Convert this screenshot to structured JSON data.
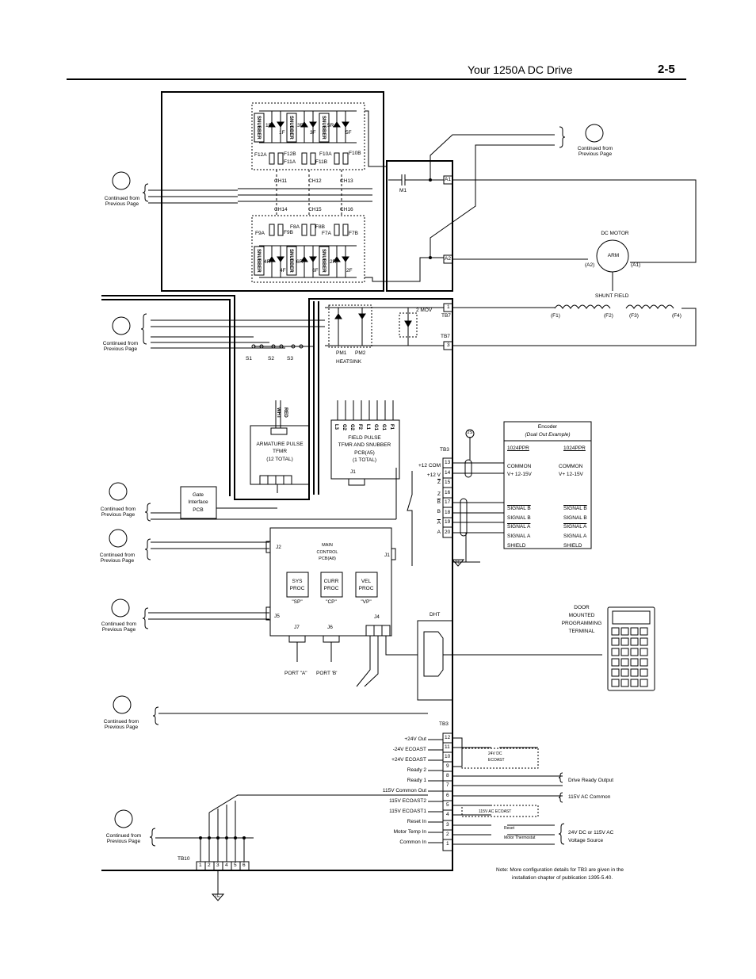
{
  "header": {
    "title": "Your 1250A DC Drive",
    "page": "2-5"
  },
  "continued_label": [
    "Continued from",
    "Previous Page"
  ],
  "bridge": {
    "snubber": "SNUBBER",
    "scr_top": [
      "4R",
      "4F",
      "6R",
      "6F",
      "2R",
      "2F"
    ],
    "scr_top_alt": [
      "1R",
      "1F",
      "3R",
      "3F",
      "5R",
      "5F"
    ],
    "fuses_top": [
      "F12A",
      "F12B",
      "F11A",
      "F11B",
      "F10A",
      "F10B"
    ],
    "fuses_bottom": [
      "F9A",
      "F9B",
      "F8A",
      "F8B",
      "F7A",
      "F7B"
    ],
    "choke_top": [
      "CH11",
      "CH12",
      "CH13"
    ],
    "choke_bottom": [
      "CH14",
      "CH15",
      "CH16"
    ]
  },
  "contactor": {
    "m1": "M1",
    "a1": "A1",
    "a2": "A2"
  },
  "motor": {
    "title": "DC MOTOR",
    "arm": "ARM",
    "a2": "(A2)",
    "a1": "(A1)",
    "shunt": "SHUNT  FIELD",
    "f1": "(F1)",
    "f2": "(F2)",
    "f3": "(F3)",
    "f4": "(F4)"
  },
  "tb7": {
    "label": "TB7",
    "t1": "1",
    "t3": "3",
    "mov": "2 MOV"
  },
  "pm": {
    "pm1": "PM1",
    "pm2": "PM2",
    "heatsink": "HEATSINK"
  },
  "switches": {
    "s1": "S1",
    "s2": "S2",
    "s3": "S3"
  },
  "arm_pulse": {
    "red": "RED",
    "wht": "WHT",
    "l1": "ARMATURE PULSE",
    "l2": "TFMR",
    "l3": "(12 TOTAL)"
  },
  "field_pulse": {
    "pins": [
      "F1",
      "G1",
      "G1",
      "L1",
      "F2",
      "G2",
      "G2",
      "L3"
    ],
    "l1": "FIELD PULSE",
    "l2": "TFMR AND SNUBBER",
    "l3": "PCB(A5)",
    "l4": "(1 TOTAL)",
    "j1": "J1"
  },
  "gate_pcb": {
    "l1": "Gate",
    "l2": "Interface",
    "l3": "PCB"
  },
  "main_pcb": {
    "l1": "MAIN",
    "l2": "CONTROL",
    "l3": "PCB(A8)",
    "j2": "J2",
    "j1": "J1",
    "j5": "J5",
    "j4": "J4",
    "j7": "J7",
    "j6": "J6",
    "sys": [
      "SYS",
      "PROC"
    ],
    "curr": [
      "CURR",
      "PROC"
    ],
    "vel": [
      "VEL",
      "PROC"
    ],
    "sp": "\"SP\"",
    "cp": "\"CP\"",
    "vp": "\"VP\"",
    "port_a": "PORT \"A\"",
    "port_b": "PORT 'B'"
  },
  "tb3_top": {
    "label": "TB3",
    "terms": [
      "13",
      "14",
      "15",
      "16",
      "17",
      "18",
      "19",
      "20"
    ],
    "sigs": [
      "+12 COM",
      "+12 V",
      "Z",
      "Z",
      "B",
      "B",
      "A",
      "A"
    ],
    "twoS": "2S",
    "te": "TE"
  },
  "encoder": {
    "title": "Encoder",
    "subtitle": "(Dual Out Example)",
    "ppr": "1024PPR",
    "rows": [
      "COMMON",
      "V+  12-15V",
      "SIGNAL B",
      "SIGNAL B",
      "SIGNAL A",
      "SIGNAL A",
      "SHIELD"
    ]
  },
  "dht": {
    "label": "DHT"
  },
  "terminal": {
    "l1": "DOOR",
    "l2": "MOUNTED",
    "l3": "PROGRAMMING",
    "l4": "TERMINAL"
  },
  "tb3_bottom": {
    "label": "TB3",
    "terms": [
      "12",
      "11",
      "10",
      "9",
      "8",
      "7",
      "6",
      "5",
      "4",
      "3",
      "2",
      "1"
    ],
    "sigs": [
      "+24V Out",
      "-24V ECOAST",
      "+24V ECOAST",
      "Ready 2",
      "Ready 1",
      "115V Common Out",
      "115V ECOAST2",
      "115V ECOAST1",
      "Reset In",
      "Motor Temp In",
      "Common In"
    ],
    "ecoast24": [
      "24V DC",
      "ECOAST"
    ],
    "ecoast115": "115V AC ECOAST",
    "reset": "Reset",
    "thermostat": "Motor Thermostat",
    "drive_ready": "Drive Ready Output",
    "ac_common": "115V AC Common",
    "source": [
      "24V DC or 115V AC",
      "Voltage Source"
    ]
  },
  "tb10": {
    "label": "TB10",
    "terms": [
      "1",
      "2",
      "3",
      "4",
      "5",
      "6"
    ],
    "te": "TE"
  },
  "note": [
    "Note:  More configuration details for TB3 are given in the",
    "installation chapter of publication 1395-5.40."
  ]
}
